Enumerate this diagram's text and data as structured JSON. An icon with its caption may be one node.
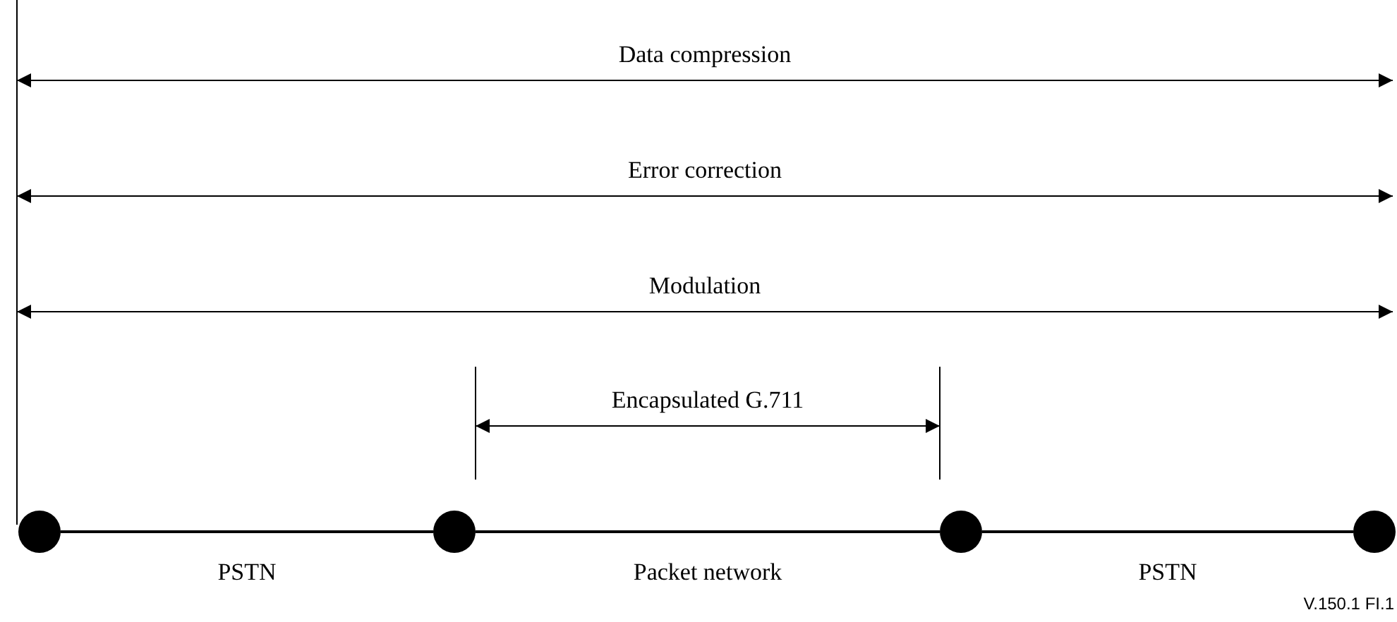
{
  "diagram": {
    "nodes": [
      {
        "text": [],
        "shape": "circle"
      },
      {
        "text": [],
        "shape": "circle"
      },
      {
        "text": [],
        "shape": "circle"
      },
      {
        "text": [],
        "shape": "circle"
      }
    ],
    "edges": [
      {
        "from": 0,
        "to": 1,
        "arrow": "none",
        "label": "PSTN"
      },
      {
        "from": 1,
        "to": 2,
        "arrow": "none",
        "label": "Packet network"
      },
      {
        "from": 2,
        "to": 3,
        "arrow": "none",
        "label": "PSTN"
      }
    ],
    "labels": [
      "Data compression",
      "Error correction",
      "Modulation",
      "Encapsulated G.711",
      "V.150.1 FI.1"
    ]
  }
}
